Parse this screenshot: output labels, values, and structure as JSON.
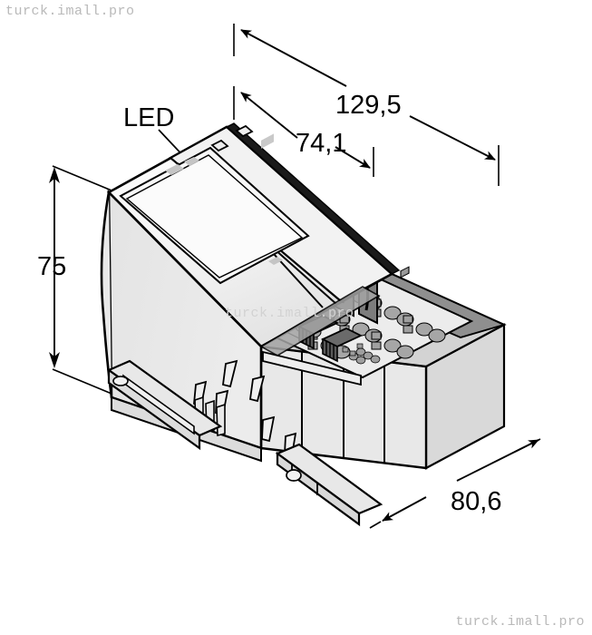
{
  "drawing": {
    "type": "isometric-technical-drawing",
    "subject": "industrial-io-module",
    "units": "mm",
    "background_color": "#ffffff",
    "line_color": "#000000"
  },
  "watermarks": {
    "top_left": "turck.imall.pro",
    "bottom_right": "turck.imall.pro",
    "center": "turck.imall.pro",
    "color": "#b9b9b9"
  },
  "labels": {
    "led": "LED"
  },
  "dimensions": {
    "overall_length": "129,5",
    "partial_length": "74,1",
    "height": "75",
    "depth": "80,6"
  },
  "colors": {
    "body_light": "#e6e6e6",
    "body_lighter": "#efefef",
    "body_white": "#f7f7f7",
    "body_mid": "#c8c8c8",
    "body_dark": "#8a8a8a",
    "body_darker": "#6e6e6e",
    "terminal_gray": "#a0a0a0",
    "outline": "#000000"
  }
}
